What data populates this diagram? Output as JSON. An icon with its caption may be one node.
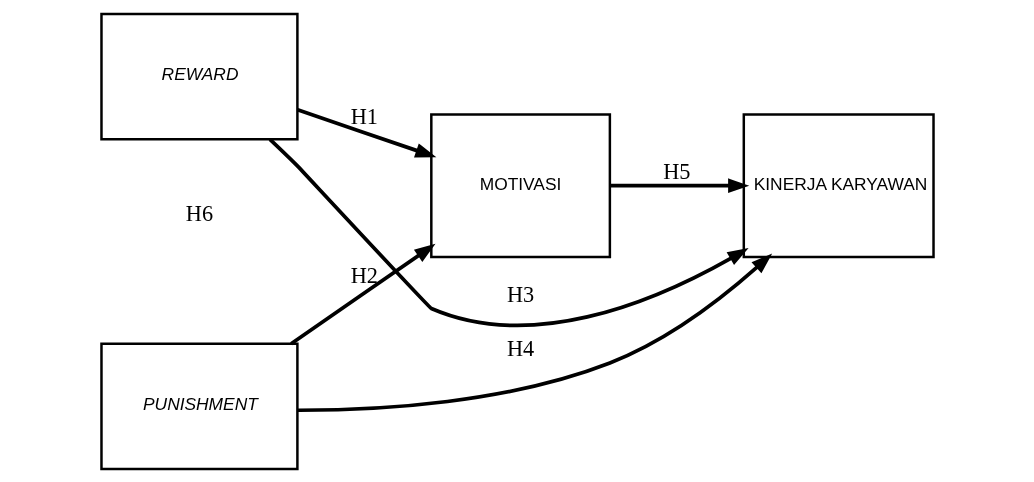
{
  "diagram": {
    "nodes": [
      {
        "text": [
          "REWARD"
        ]
      },
      {
        "text": [
          "PUNISHMENT"
        ]
      },
      {
        "text": [
          "MOTIVASI"
        ]
      },
      {
        "text": [
          "KINERJA KARYAWAN"
        ]
      }
    ],
    "edges": [
      {
        "from": 0,
        "to": 2,
        "arrow": "to",
        "label": "H1"
      },
      {
        "from": 1,
        "to": 2,
        "arrow": "to",
        "label": "H2"
      },
      {
        "from": 2,
        "to": 3,
        "arrow": "to",
        "label": "H5"
      },
      {
        "from": 0,
        "to": 3,
        "arrow": "to",
        "label": "H3"
      },
      {
        "from": 1,
        "to": 3,
        "arrow": "to",
        "label": "H4"
      }
    ],
    "labels": [
      "H6"
    ]
  }
}
